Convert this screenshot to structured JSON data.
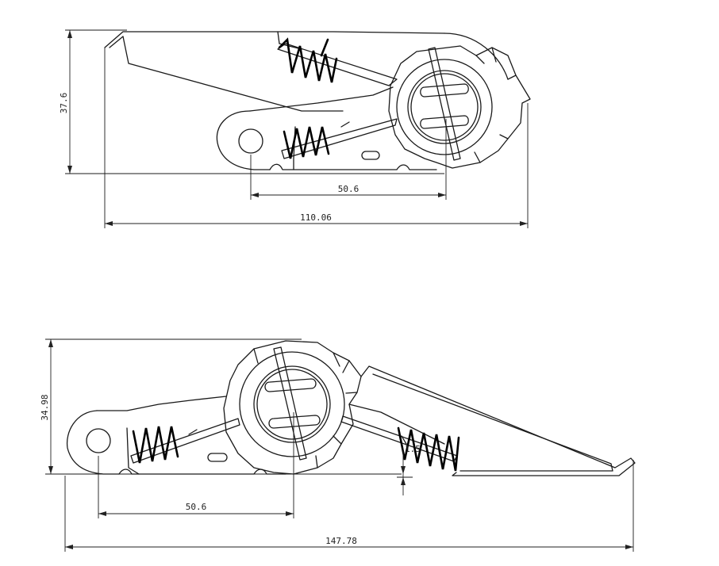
{
  "drawing": {
    "views": [
      {
        "id": "closed-view",
        "dimensions": {
          "height": "37.6",
          "pin_to_hub": "50.6",
          "overall_length": "110.06"
        }
      },
      {
        "id": "open-view",
        "dimensions": {
          "height": "34.98",
          "pin_to_hub": "50.6",
          "overall_length": "147.78",
          "small_offset": "1.5"
        }
      }
    ]
  }
}
